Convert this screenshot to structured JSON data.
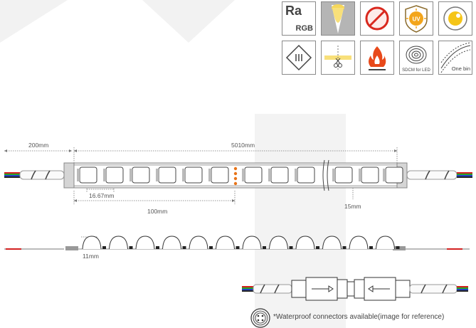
{
  "icons": {
    "ra_text": "Ra",
    "rgb_text": "RGB",
    "sdcm_text": "SDCM for LED",
    "onebin_text": "One bin",
    "uv_text": "UV"
  },
  "dimensions": {
    "lead_length": "200mm",
    "strip_length": "5010mm",
    "led_pitch": "16.67mm",
    "cut_unit": "100mm",
    "width": "15mm",
    "height": "11mm"
  },
  "note": "*Waterproof connectors available(image for reference)",
  "colors": {
    "wire_red": "#d32020",
    "wire_green": "#2aa52a",
    "wire_blue": "#2340c8",
    "wire_black": "#222222",
    "cut_marker": "#e8741a",
    "uv_orange": "#f3a51a",
    "flame_orange": "#e8491a",
    "prohibit_red": "#d9281e"
  }
}
